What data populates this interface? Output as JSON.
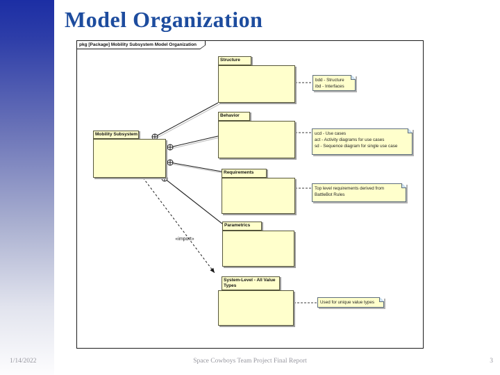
{
  "slide": {
    "title": "Model Organization",
    "footer": {
      "date": "1/14/2022",
      "center": "Space Cowboys Team Project Final Report",
      "page_number": "3"
    }
  },
  "diagram": {
    "frame_label": "pkg [Package] Mobility Subsystem Model Organization",
    "packages": [
      {
        "label": "Mobility Subsystem"
      },
      {
        "label": "Structure"
      },
      {
        "label": "Behavior"
      },
      {
        "label": "Requirements"
      },
      {
        "label": "Parametrics"
      },
      {
        "label": "System-Level - All Value Types"
      }
    ],
    "notes": [
      {
        "lines": [
          "bdd - Structure",
          "ibd - Interfaces"
        ]
      },
      {
        "lines": [
          "ucd - Use cases",
          "act - Activity diagrams for use cases",
          "sd - Sequence diagram for single use case"
        ]
      },
      {
        "lines": [
          "Top level requirements derived from",
          "BattleBot Rules"
        ]
      },
      {
        "lines": [
          "Used for unique value types"
        ]
      }
    ],
    "import_label": "«import»"
  },
  "colors": {
    "title_text": "#1d4c9e",
    "sidebar_top": "#1c2ea4",
    "package_fill": "#ffffcc",
    "package_border": "#55553a",
    "note_fill": "#ffffcc",
    "connector": "#1a1a1a",
    "footer_text": "#97979f"
  }
}
